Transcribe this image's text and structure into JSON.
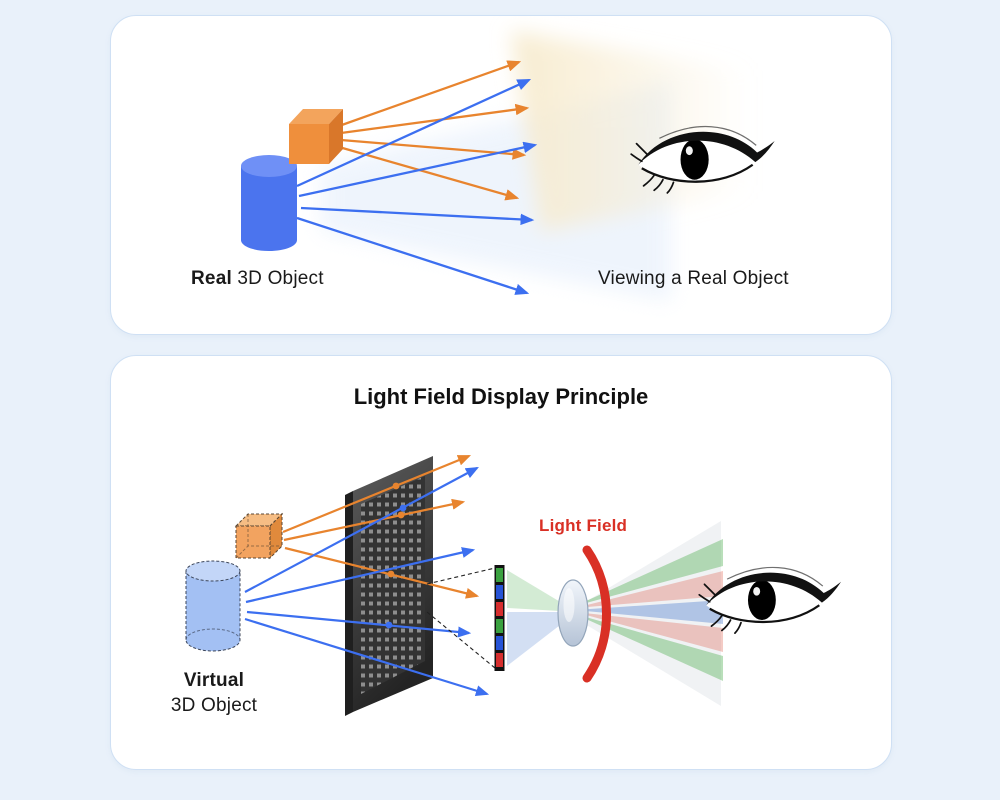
{
  "page": {
    "background": "#e9f1fa"
  },
  "panel1": {
    "object_label": {
      "bold": "Real",
      "rest": " 3D Object"
    },
    "viewing_label": "Viewing a Real Object"
  },
  "panel2": {
    "title": "Light Field Display Principle",
    "light_field_label": "Light Field",
    "object_label": {
      "bold": "Virtual",
      "line2": "3D Object"
    }
  },
  "colors": {
    "background": "#e9f1fa",
    "panel_border": "#cfe0f4",
    "ray_orange": "#e8842e",
    "ray_blue": "#3c6ff0",
    "light_field_red": "#d93025",
    "display_panel_dark": "#3a3a3a",
    "pixel_green": "#3aa13f",
    "pixel_blue": "#2653d6",
    "pixel_red": "#d62e2e",
    "cube_orange": "#ef8f3c",
    "cylinder_blue": "#4b74ee"
  }
}
